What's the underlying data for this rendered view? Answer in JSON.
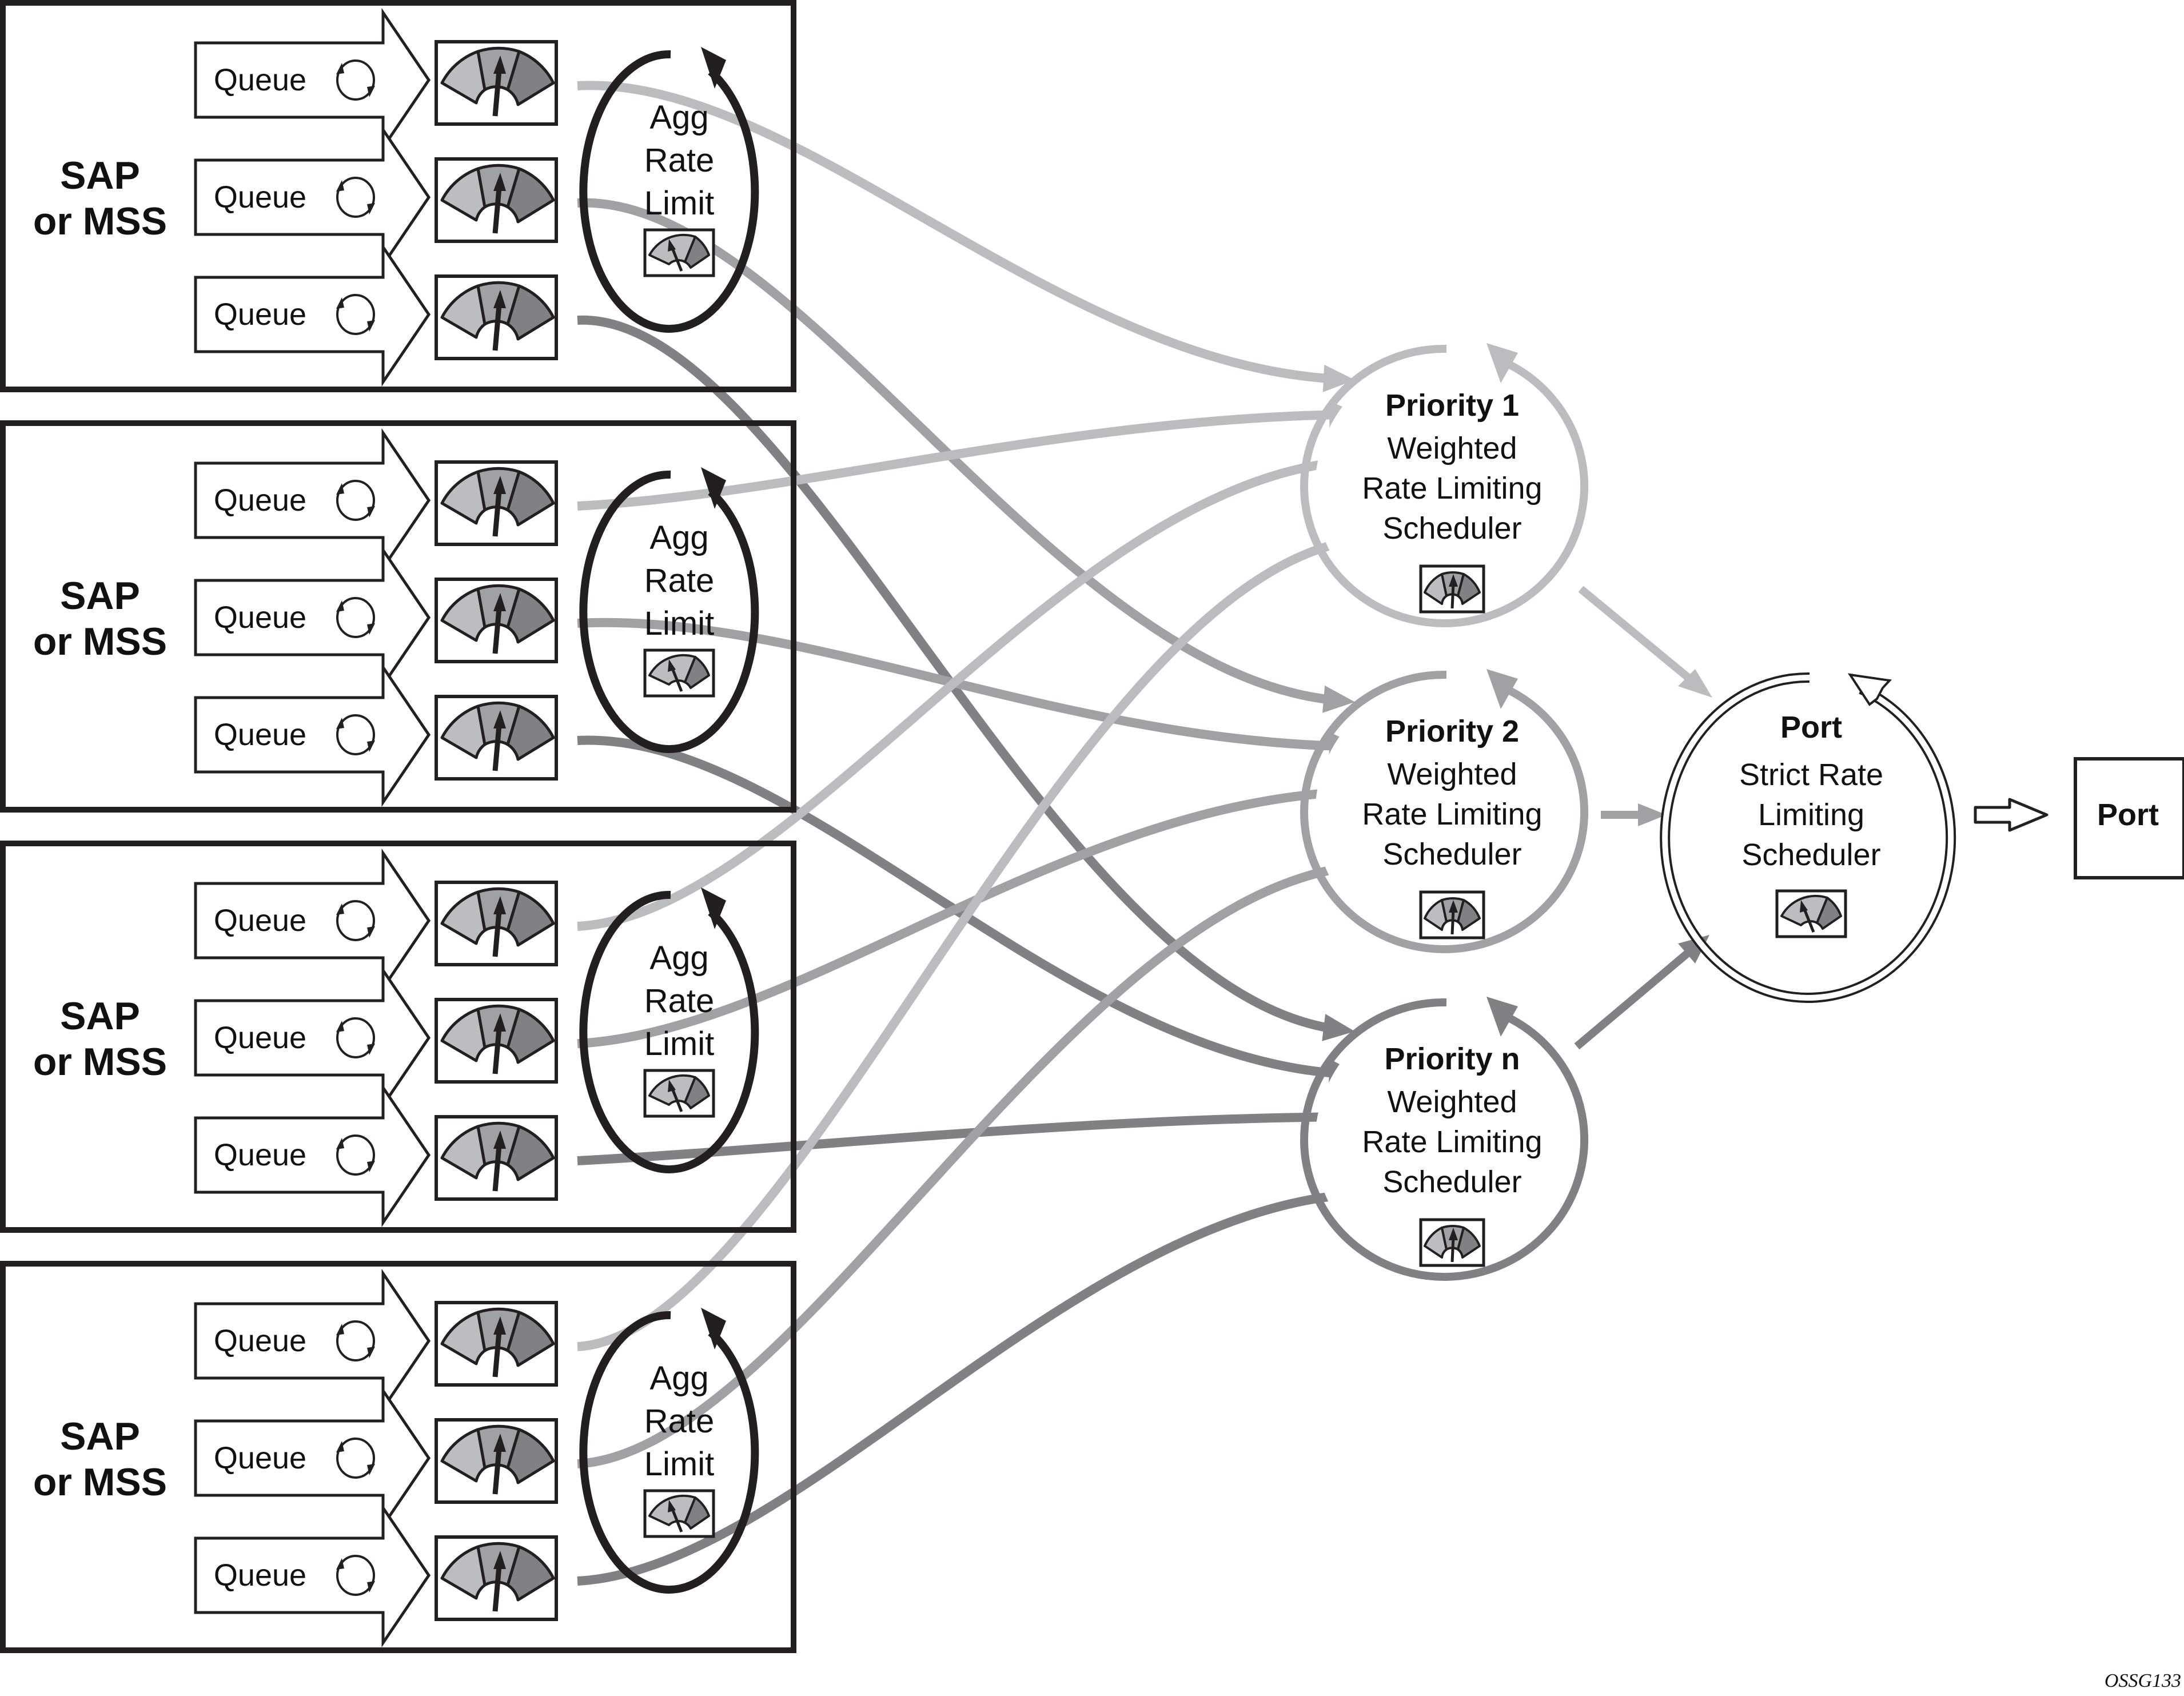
{
  "caption": "OSSG133",
  "colors": {
    "priority_1": "#bbbcbf",
    "priority_2": "#a0a1a4",
    "priority_n": "#808184",
    "outline": "#231f20",
    "gauge_low": "#bcbdc0",
    "gauge_mid": "#a0a1a4",
    "gauge_high": "#808184"
  },
  "groups": [
    {
      "label_line1": "SAP",
      "label_line2": "or MSS",
      "queues": [
        {
          "label": "Queue",
          "target": "priority_1"
        },
        {
          "label": "Queue",
          "target": "priority_2"
        },
        {
          "label": "Queue",
          "target": "priority_n"
        }
      ],
      "agg": {
        "line1": "Agg",
        "line2": "Rate",
        "line3": "Limit"
      }
    },
    {
      "label_line1": "SAP",
      "label_line2": "or MSS",
      "queues": [
        {
          "label": "Queue",
          "target": "priority_1"
        },
        {
          "label": "Queue",
          "target": "priority_2"
        },
        {
          "label": "Queue",
          "target": "priority_n"
        }
      ],
      "agg": {
        "line1": "Agg",
        "line2": "Rate",
        "line3": "Limit"
      }
    },
    {
      "label_line1": "SAP",
      "label_line2": "or MSS",
      "queues": [
        {
          "label": "Queue",
          "target": "priority_1"
        },
        {
          "label": "Queue",
          "target": "priority_2"
        },
        {
          "label": "Queue",
          "target": "priority_n"
        }
      ],
      "agg": {
        "line1": "Agg",
        "line2": "Rate",
        "line3": "Limit"
      }
    },
    {
      "label_line1": "SAP",
      "label_line2": "or MSS",
      "queues": [
        {
          "label": "Queue",
          "target": "priority_1"
        },
        {
          "label": "Queue",
          "target": "priority_2"
        },
        {
          "label": "Queue",
          "target": "priority_n"
        }
      ],
      "agg": {
        "line1": "Agg",
        "line2": "Rate",
        "line3": "Limit"
      }
    }
  ],
  "schedulers": [
    {
      "id": "priority_1",
      "title": "Priority 1",
      "line1": "Weighted",
      "line2": "Rate Limiting",
      "line3": "Scheduler"
    },
    {
      "id": "priority_2",
      "title": "Priority 2",
      "line1": "Weighted",
      "line2": "Rate Limiting",
      "line3": "Scheduler"
    },
    {
      "id": "priority_n",
      "title": "Priority n",
      "line1": "Weighted",
      "line2": "Rate Limiting",
      "line3": "Scheduler"
    }
  ],
  "port_scheduler": {
    "title": "Port",
    "line1": "Strict Rate",
    "line2": "Limiting",
    "line3": "Scheduler"
  },
  "port_box": {
    "label": "Port"
  }
}
